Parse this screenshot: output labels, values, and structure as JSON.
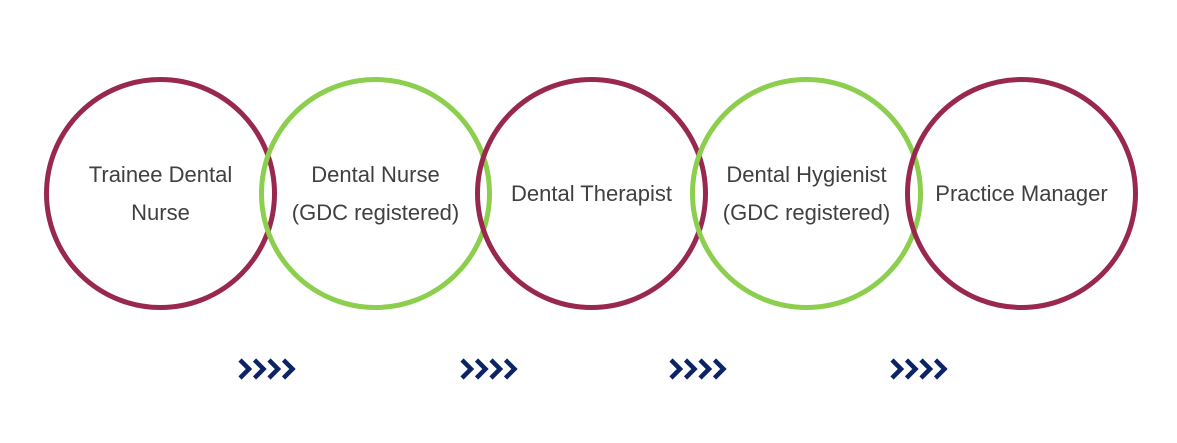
{
  "colors": {
    "maroon": "#99284f",
    "green": "#8ccf4f",
    "text": "#404040",
    "chevron": "#0a2466"
  },
  "stages": [
    {
      "lines": [
        "Trainee Dental",
        "Nurse"
      ],
      "ring": "maroon"
    },
    {
      "lines": [
        "Dental Nurse",
        "(GDC registered)"
      ],
      "ring": "green"
    },
    {
      "lines": [
        "Dental Therapist"
      ],
      "ring": "maroon"
    },
    {
      "lines": [
        "Dental Hygienist",
        "(GDC registered)"
      ],
      "ring": "green"
    },
    {
      "lines": [
        "Practice Manager"
      ],
      "ring": "maroon"
    }
  ],
  "arrows": [
    {
      "icon": "chevron-right-icon",
      "count": 4
    },
    {
      "icon": "chevron-right-icon",
      "count": 4
    },
    {
      "icon": "chevron-right-icon",
      "count": 4
    },
    {
      "icon": "chevron-right-icon",
      "count": 4
    }
  ]
}
